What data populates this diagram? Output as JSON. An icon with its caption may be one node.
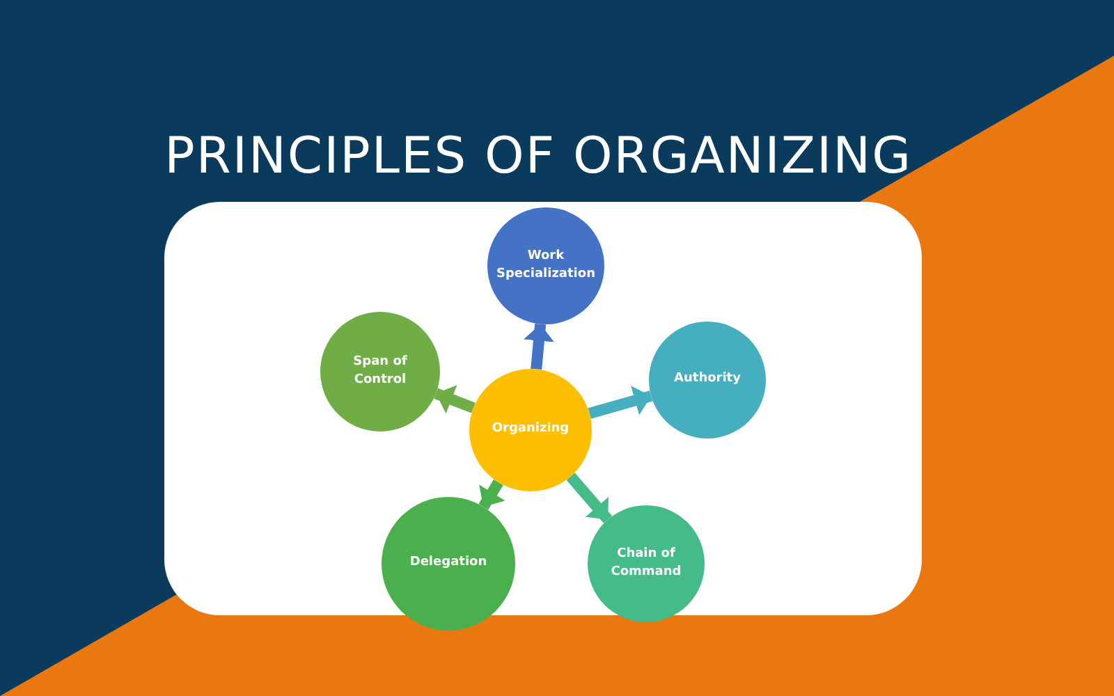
{
  "diagram": {
    "title": "PRINCIPLES OF ORGANIZING",
    "nodes": [
      {
        "text": [
          "Work Specialization"
        ]
      },
      {
        "text": [
          "Span of Control"
        ]
      },
      {
        "text": [
          "Authority"
        ]
      },
      {
        "text": [
          "Organizing"
        ]
      },
      {
        "text": [
          "Delegation"
        ]
      },
      {
        "text": [
          "Chain of Command"
        ]
      }
    ],
    "edges": [
      {
        "from": 3,
        "to": 0,
        "arrow": "to",
        "color": "#4472c4"
      },
      {
        "from": 3,
        "to": 2,
        "arrow": "to",
        "color": "#45afc0"
      },
      {
        "from": 3,
        "to": 5,
        "arrow": "to",
        "color": "#45bb8a"
      },
      {
        "from": 3,
        "to": 4,
        "arrow": "to",
        "color": "#4ab04e"
      },
      {
        "from": 3,
        "to": 1,
        "arrow": "to",
        "color": "#70ad47"
      }
    ]
  }
}
